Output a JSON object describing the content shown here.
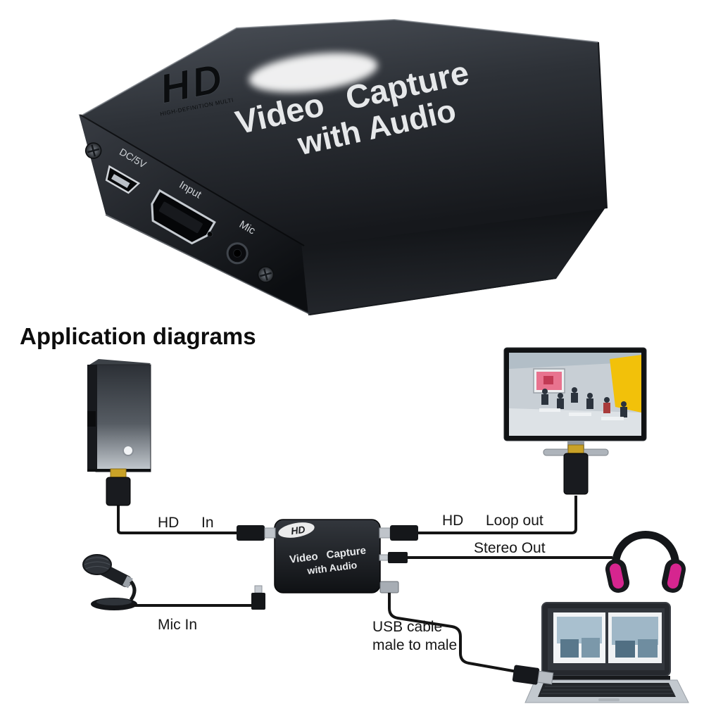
{
  "product_photo": {
    "logo_text": "HD",
    "logo_subtext": "HIGH-DEFINITION MULTI",
    "title_line1": "Video Capture",
    "title_line2": "with Audio",
    "labels": {
      "power": "DC/5V",
      "input": "Input",
      "mic": "Mic"
    }
  },
  "diagram": {
    "heading": "Application diagrams",
    "device": {
      "logo_text": "HD",
      "title_line1": "Video Capture",
      "title_line2": "with Audio"
    },
    "connections": {
      "hd_in": {
        "word1": "HD",
        "word2": "In"
      },
      "hd_loop_out": {
        "word1": "HD",
        "word2": "Loop out"
      },
      "stereo_out": {
        "label": "Stereo Out"
      },
      "mic_in": {
        "label": "Mic In"
      },
      "usb": {
        "line1": "USB cable",
        "line2": "male to male"
      }
    },
    "colors": {
      "cable": "#141414",
      "label_text": "#161616",
      "hdmi_gold": "#c9a227",
      "headphone_accent": "#d6258f",
      "tv_wall_yellow": "#f2c10a"
    }
  }
}
